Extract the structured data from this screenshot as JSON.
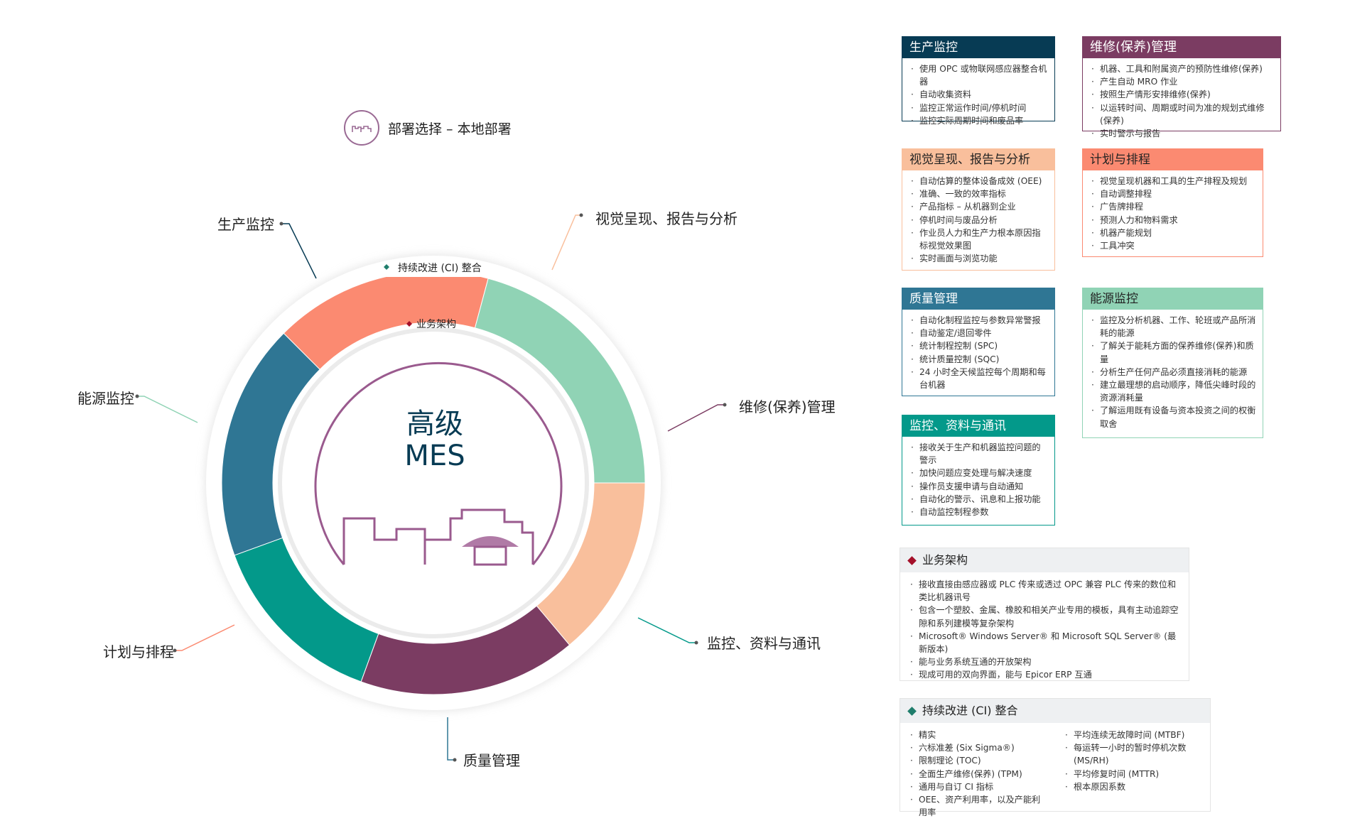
{
  "deployment": {
    "text": "部署选择 – 本地部署",
    "icon": "factory-outline-icon"
  },
  "center": {
    "line1": "高级",
    "line2": "MES"
  },
  "ring_labels": {
    "outer": "持续改进 (CI) 整合",
    "inner": "业务架构"
  },
  "segments": [
    {
      "id": "production",
      "label": "生产监控",
      "color": "#073b54"
    },
    {
      "id": "visual",
      "label": "视觉呈现、报告与分析",
      "color": "#f9bf9c"
    },
    {
      "id": "maintenance",
      "label": "维修(保养)管理",
      "color": "#7b3c62"
    },
    {
      "id": "monitoring",
      "label": "监控、资料与通讯",
      "color": "#03998a"
    },
    {
      "id": "quality",
      "label": "质量管理",
      "color": "#2f7694"
    },
    {
      "id": "scheduling",
      "label": "计划与排程",
      "color": "#fb8a71"
    },
    {
      "id": "energy",
      "label": "能源监控",
      "color": "#90d3b5"
    }
  ],
  "cards": [
    {
      "title": "生产监控",
      "color": "#073b54",
      "items": [
        "使用 OPC 或物联网感应器整合机器",
        "自动收集资料",
        "监控正常运作时间/停机时间",
        "监控实际周期时间和废品率"
      ]
    },
    {
      "title": "维修(保养)管理",
      "color": "#7b3c62",
      "items": [
        "机器、工具和附属资产的预防性维修(保养)",
        "产生自动 MRO 作业",
        "按照生产情形安排维修(保养)",
        "以运转时间、周期或时间为准的规划式维修(保养)",
        "实时警示与报告"
      ]
    },
    {
      "title": "视觉呈现、报告与分析",
      "color": "#f9bf9c",
      "dark": true,
      "items": [
        "自动估算的整体设备成效 (OEE)",
        "准确、一致的效率指标",
        "产品指标 – 从机器到企业",
        "停机时间与废品分析",
        "作业员人力和生产力根本原因指标视觉效果图",
        "实时画面与浏览功能"
      ]
    },
    {
      "title": "计划与排程",
      "color": "#fb8a71",
      "dark": true,
      "items": [
        "视觉呈现机器和工具的生产排程及规划",
        "自动调整排程",
        "广告牌排程",
        "预测人力和物料需求",
        "机器产能规划",
        "工具冲突"
      ]
    },
    {
      "title": "质量管理",
      "color": "#2f7694",
      "items": [
        "自动化制程监控与参数异常警报",
        "自动鉴定/退回零件",
        "统计制程控制 (SPC)",
        "统计质量控制 (SQC)",
        "24 小时全天候监控每个周期和每台机器"
      ]
    },
    {
      "title": "能源监控",
      "color": "#90d3b5",
      "dark": true,
      "items": [
        "监控及分析机器、工作、轮班或产品所消耗的能源",
        "了解关于能耗方面的保养维修(保养)和质量",
        "分析生产任何产品必须直接消耗的能源",
        "建立最理想的启动顺序，降低尖峰时段的资源消耗量",
        "了解运用既有设备与资本投资之间的权衡取舍"
      ]
    },
    {
      "title": "监控、资料与通讯",
      "color": "#03998a",
      "items": [
        "接收关于生产和机器监控问题的警示",
        "加快问题应变处理与解决速度",
        "操作员支援申请与自动通知",
        "自动化的警示、讯息和上报功能",
        "自动监控制程参数"
      ]
    }
  ],
  "business": {
    "title": "业务架构",
    "color": "#a4102a",
    "items": [
      "接收直接由感应器或 PLC 传来或透过 OPC 兼容 PLC 传来的数位和类比机器讯号",
      "包含一个塑胶、金属、橡胶和相关产业专用的模板，具有主动追踪空隙和系列建模等复杂架构",
      "Microsoft® Windows Server® 和 Microsoft SQL Server® (最新版本)",
      "能与业务系统互通的开放架构",
      "现成可用的双向界面，能与 Epicor ERP 互通"
    ]
  },
  "ci": {
    "title": "持续改进 (CI) 整合",
    "color": "#1f7d6c",
    "left": [
      "精实",
      "六标准差 (Six Sigma®)",
      "限制理论 (TOC)",
      "全面生产维修(保养) (TPM)",
      "通用与自订 CI 指标",
      "OEE、资产利用率，以及产能利用率"
    ],
    "right": [
      "平均连续无故障时间 (MTBF)",
      "每运转一小时的暂时停机次数 (MS/RH)",
      "平均修复时间 (MTTR)",
      "根本原因系数"
    ]
  }
}
